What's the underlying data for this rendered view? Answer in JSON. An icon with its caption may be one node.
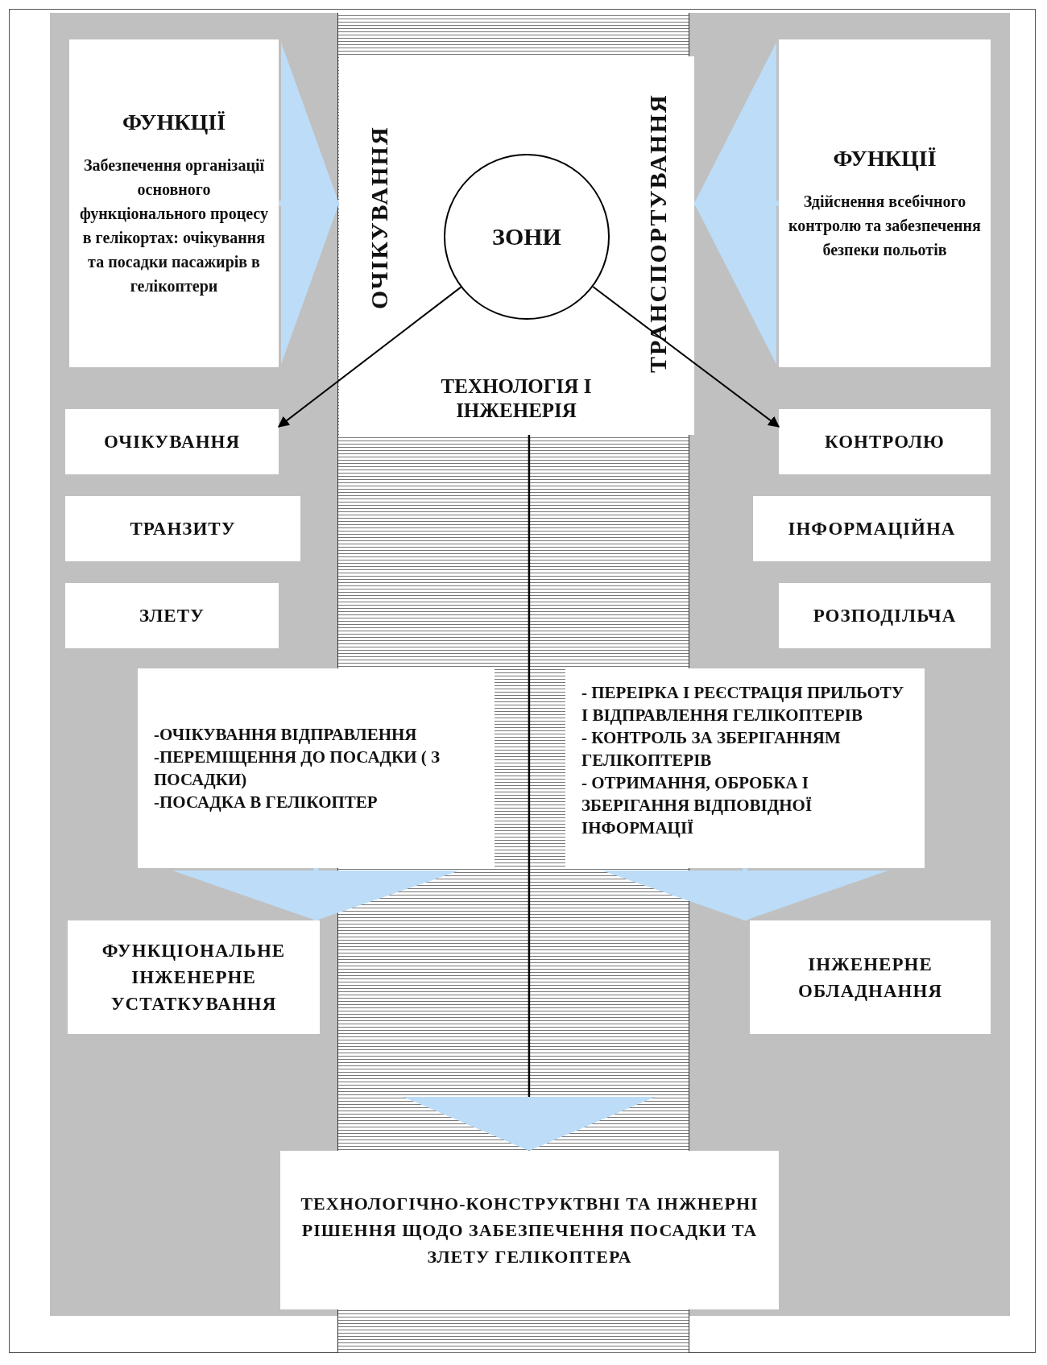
{
  "diagram": {
    "nodes": [
      {
        "text": [
          "ФУНКЦІЇ",
          "Забезпечення організації основного функціонального процесу в гелікортах: очікування та посадки пасажирів в гелікоптери"
        ]
      },
      {
        "text": [
          "ОЧІКУВАННЯ",
          "ТРАНСПОРТУВАННЯ",
          "ТЕХНОЛОГІЯ І ІНЖЕНЕРІЯ"
        ]
      },
      {
        "text": [
          "ЗОНИ"
        ],
        "in": 1
      },
      {
        "text": [
          "ФУНКЦІЇ",
          "Здійснення всебічного контролю та забезпечення безпеки польотів"
        ]
      },
      {
        "text": [
          "ОЧІКУВАННЯ"
        ]
      },
      {
        "text": [
          "КОНТРОЛЮ"
        ]
      },
      {
        "text": [
          "ТРАНЗИТУ"
        ]
      },
      {
        "text": [
          "ІНФОРМАЦІЙНА"
        ]
      },
      {
        "text": [
          "ЗЛЕТУ"
        ]
      },
      {
        "text": [
          "РОЗПОДІЛЬЧА"
        ]
      },
      {
        "text": [
          "-ОЧІКУВАННЯ ВІДПРАВЛЕННЯ",
          "-ПЕРЕМІЩЕННЯ ДО ПОСАДКИ ( З ПОСАДКИ)",
          "-ПОСАДКА В ГЕЛІКОПТЕР"
        ]
      },
      {
        "text": [
          "- ПЕРЕІРКА І РЕЄСТРАЦІЯ ПРИЛЬОТУ І ВІДПРАВЛЕННЯ ГЕЛІКОПТЕРІВ",
          "- КОНТРОЛЬ ЗА ЗБЕРІГАННЯМ ГЕЛІКОПТЕРІВ",
          "- ОТРИМАННЯ, ОБРОБКА І ЗБЕРІГАННЯ ВІДПОВІДНОЇ ІНФОРМАЦІЇ"
        ]
      },
      {
        "text": [
          "ФУНКЦІОНАЛЬНЕ ІНЖЕНЕРНЕ УСТАТКУВАННЯ"
        ]
      },
      {
        "text": [
          "ІНЖЕНЕРНЕ ОБЛАДНАННЯ"
        ]
      },
      {
        "text": [
          "ТЕХНОЛОГІЧНО-КОНСТРУКТВНІ ТА ІНЖНЕРНІ РІШЕННЯ ЩОДО ЗАБЕЗПЕЧЕННЯ ПОСАДКИ ТА ЗЛЕТУ ГЕЛІКОПТЕРА"
        ]
      }
    ],
    "edges": [
      {
        "from": 0,
        "to": 1,
        "arrow": "to"
      },
      {
        "from": 3,
        "to": 1,
        "arrow": "to"
      },
      {
        "from": 2,
        "to": 4,
        "arrow": "to",
        "color": "#000000"
      },
      {
        "from": 2,
        "to": 5,
        "arrow": "to",
        "color": "#000000"
      },
      {
        "from": 10,
        "to": 12,
        "arrow": "to"
      },
      {
        "from": 11,
        "to": 13,
        "arrow": "to"
      },
      {
        "from": 1,
        "to": 14,
        "arrow": "to",
        "color": "#000000"
      }
    ]
  }
}
